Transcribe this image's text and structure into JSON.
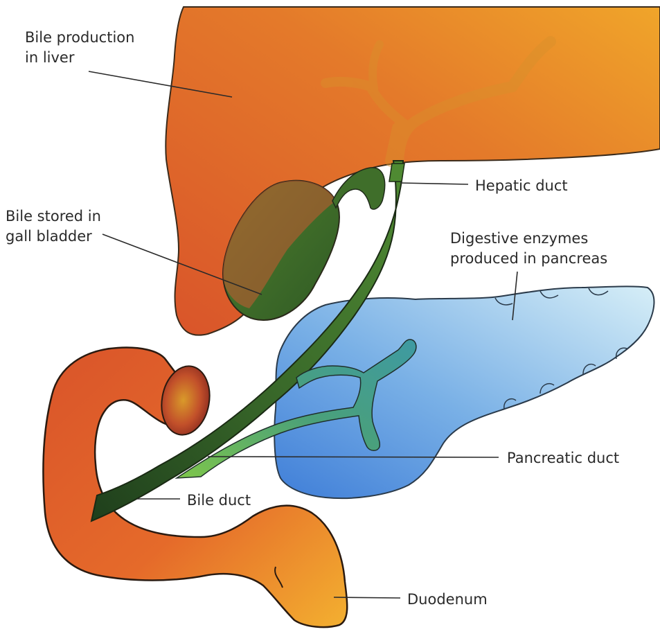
{
  "diagram": {
    "labels": {
      "liver": [
        "Bile production",
        "in liver"
      ],
      "gall_bladder": [
        "Bile stored in",
        "gall bladder"
      ],
      "hepatic_duct": "Hepatic duct",
      "pancreas": [
        "Digestive enzymes",
        "produced in pancreas"
      ],
      "pancreatic_duct": "Pancreatic duct",
      "bile_duct": "Bile duct",
      "duodenum": "Duodenum"
    },
    "colors": {
      "liver_light": "#f0a52a",
      "liver_dark": "#d9542a",
      "duct_green": "#3f7a2e",
      "duct_green_dark": "#1f3f1c",
      "pancreas_blue": "#4d8fe0",
      "pancreas_light": "#c9e6f4",
      "pancreatic_duct_teal": "#3e9aa2",
      "leader_line": "#2a2a2a"
    }
  }
}
